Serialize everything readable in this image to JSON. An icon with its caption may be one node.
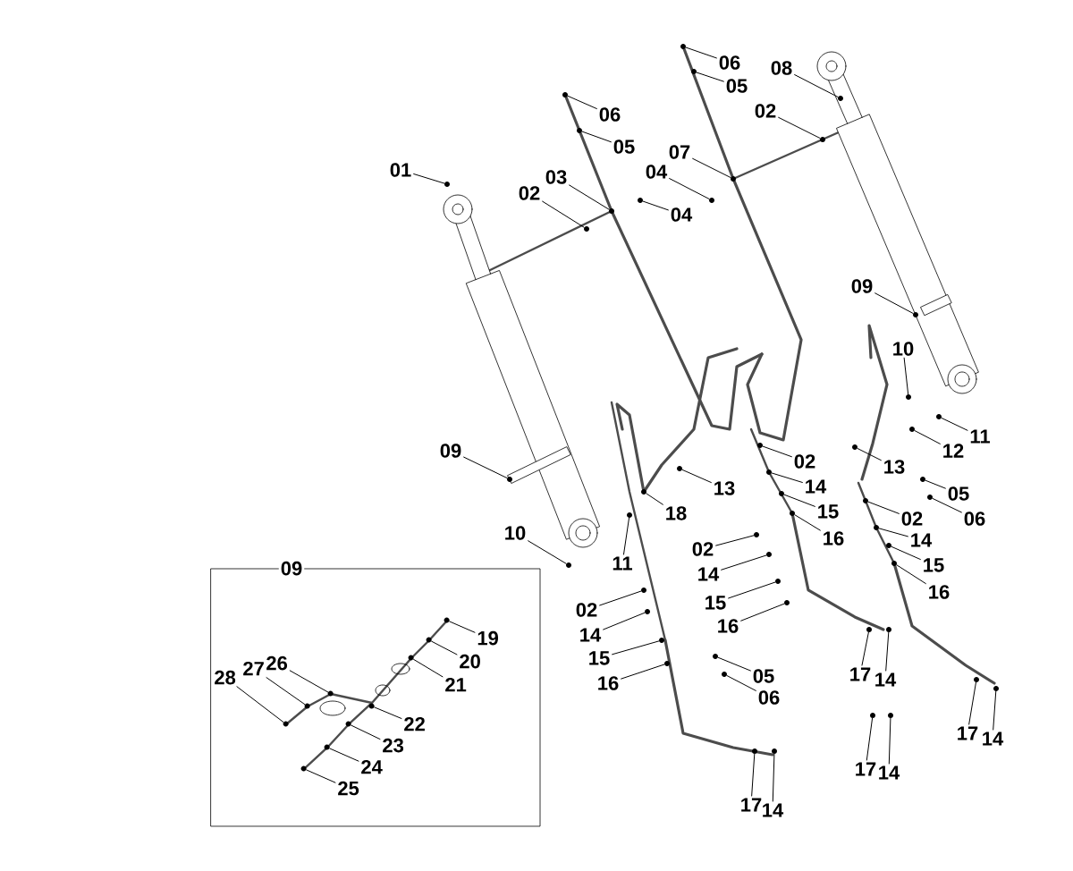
{
  "diagram": {
    "nodes": [
      {
        "text": [
          "01"
        ]
      },
      {
        "text": [
          "06"
        ]
      },
      {
        "text": [
          "05"
        ]
      },
      {
        "text": [
          "02"
        ]
      },
      {
        "text": [
          "03"
        ]
      },
      {
        "text": [
          "04"
        ]
      },
      {
        "text": [
          "06"
        ]
      },
      {
        "text": [
          "05"
        ]
      },
      {
        "text": [
          "07"
        ]
      },
      {
        "text": [
          "04"
        ]
      },
      {
        "text": [
          "08"
        ]
      },
      {
        "text": [
          "02"
        ]
      },
      {
        "text": [
          "09"
        ]
      },
      {
        "text": [
          "10"
        ]
      },
      {
        "text": [
          "12"
        ]
      },
      {
        "text": [
          "11"
        ]
      },
      {
        "text": [
          "13"
        ]
      },
      {
        "text": [
          "05"
        ]
      },
      {
        "text": [
          "06"
        ]
      },
      {
        "text": [
          "02"
        ]
      },
      {
        "text": [
          "14"
        ]
      },
      {
        "text": [
          "15"
        ]
      },
      {
        "text": [
          "16"
        ]
      },
      {
        "text": [
          "17"
        ]
      },
      {
        "text": [
          "14"
        ]
      },
      {
        "text": [
          "02"
        ]
      },
      {
        "text": [
          "14"
        ]
      },
      {
        "text": [
          "15"
        ]
      },
      {
        "text": [
          "16"
        ]
      },
      {
        "text": [
          "17"
        ]
      },
      {
        "text": [
          "14"
        ]
      },
      {
        "text": [
          "13"
        ]
      },
      {
        "text": [
          "18"
        ]
      },
      {
        "text": [
          "02"
        ]
      },
      {
        "text": [
          "14"
        ]
      },
      {
        "text": [
          "15"
        ]
      },
      {
        "text": [
          "16"
        ]
      },
      {
        "text": [
          "05"
        ]
      },
      {
        "text": [
          "06"
        ]
      },
      {
        "text": [
          "17"
        ]
      },
      {
        "text": [
          "14"
        ]
      },
      {
        "text": [
          "09"
        ]
      },
      {
        "text": [
          "10"
        ]
      },
      {
        "text": [
          "11"
        ]
      },
      {
        "text": [
          "02"
        ]
      },
      {
        "text": [
          "14"
        ]
      },
      {
        "text": [
          "15"
        ]
      },
      {
        "text": [
          "16"
        ]
      },
      {
        "text": [
          "17"
        ]
      },
      {
        "text": [
          "14"
        ]
      },
      {
        "text": [
          "09"
        ]
      },
      {
        "text": [
          "19"
        ],
        "in": 50
      },
      {
        "text": [
          "20"
        ],
        "in": 50
      },
      {
        "text": [
          "21"
        ],
        "in": 50
      },
      {
        "text": [
          "22"
        ],
        "in": 50
      },
      {
        "text": [
          "23"
        ],
        "in": 50
      },
      {
        "text": [
          "24"
        ],
        "in": 50
      },
      {
        "text": [
          "25"
        ],
        "in": 50
      },
      {
        "text": [
          "26"
        ],
        "in": 50
      },
      {
        "text": [
          "27"
        ],
        "in": 50
      },
      {
        "text": [
          "28"
        ],
        "in": 50
      },
      {
        "text": [],
        "shape": "circle"
      },
      {
        "text": [],
        "shape": "circle"
      },
      {
        "text": [],
        "shape": "circle"
      },
      {
        "text": [],
        "shape": "circle"
      },
      {
        "text": [],
        "shape": "circle"
      },
      {
        "text": [],
        "shape": "circle"
      },
      {
        "text": [],
        "shape": "circle"
      },
      {
        "text": [],
        "shape": "circle"
      },
      {
        "text": [],
        "shape": "circle"
      },
      {
        "text": [],
        "shape": "circle"
      },
      {
        "text": [],
        "shape": "circle"
      },
      {
        "text": [],
        "shape": "circle"
      },
      {
        "text": [],
        "shape": "circle"
      },
      {
        "text": [],
        "shape": "circle"
      },
      {
        "text": [],
        "shape": "circle"
      },
      {
        "text": [],
        "shape": "circle"
      },
      {
        "text": [],
        "shape": "circle"
      },
      {
        "text": [],
        "shape": "circle"
      },
      {
        "text": [],
        "shape": "circle"
      },
      {
        "text": [],
        "shape": "circle"
      },
      {
        "text": [],
        "shape": "circle"
      },
      {
        "text": [],
        "shape": "circle"
      },
      {
        "text": [],
        "shape": "circle"
      },
      {
        "text": [],
        "shape": "circle"
      },
      {
        "text": [],
        "shape": "circle"
      },
      {
        "text": [],
        "shape": "circle"
      },
      {
        "text": [],
        "shape": "circle"
      },
      {
        "text": [],
        "shape": "circle"
      },
      {
        "text": [],
        "shape": "circle"
      },
      {
        "text": [],
        "shape": "circle"
      },
      {
        "text": [],
        "shape": "circle"
      },
      {
        "text": [],
        "shape": "circle"
      },
      {
        "text": [],
        "shape": "circle"
      },
      {
        "text": [],
        "shape": "circle"
      },
      {
        "text": [],
        "shape": "circle"
      },
      {
        "text": [],
        "shape": "circle"
      },
      {
        "text": [],
        "shape": "circle"
      },
      {
        "text": [],
        "shape": "circle"
      },
      {
        "text": [],
        "shape": "circle"
      },
      {
        "text": [],
        "shape": "circle"
      },
      {
        "text": [],
        "shape": "circle"
      },
      {
        "text": [],
        "shape": "circle"
      },
      {
        "text": [],
        "shape": "circle"
      },
      {
        "text": [],
        "shape": "circle"
      },
      {
        "text": [],
        "shape": "circle"
      },
      {
        "text": [],
        "shape": "circle"
      },
      {
        "text": [],
        "shape": "circle"
      },
      {
        "text": [],
        "shape": "circle"
      },
      {
        "text": [],
        "shape": "circle"
      },
      {
        "text": [],
        "shape": "circle"
      },
      {
        "text": [],
        "shape": "circle",
        "in": 50
      },
      {
        "text": [],
        "shape": "circle",
        "in": 50
      },
      {
        "text": [],
        "shape": "circle",
        "in": 50
      },
      {
        "text": [],
        "shape": "circle",
        "in": 50
      },
      {
        "text": [],
        "shape": "circle",
        "in": 50
      },
      {
        "text": [],
        "shape": "circle",
        "in": 50
      },
      {
        "text": [],
        "shape": "circle",
        "in": 50
      },
      {
        "text": [],
        "shape": "circle",
        "in": 50
      },
      {
        "text": [],
        "shape": "circle",
        "in": 50
      },
      {
        "text": [],
        "shape": "circle",
        "in": 50
      }
    ],
    "edges": [
      {
        "from": 0,
        "to": 61,
        "arrow": "none"
      },
      {
        "from": 1,
        "to": 62,
        "arrow": "none"
      },
      {
        "from": 2,
        "to": 63,
        "arrow": "none"
      },
      {
        "from": 3,
        "to": 64,
        "arrow": "none"
      },
      {
        "from": 4,
        "to": 65,
        "arrow": "none"
      },
      {
        "from": 5,
        "to": 66,
        "arrow": "none"
      },
      {
        "from": 6,
        "to": 67,
        "arrow": "none"
      },
      {
        "from": 7,
        "to": 68,
        "arrow": "none"
      },
      {
        "from": 8,
        "to": 69,
        "arrow": "none"
      },
      {
        "from": 9,
        "to": 70,
        "arrow": "none"
      },
      {
        "from": 10,
        "to": 71,
        "arrow": "none"
      },
      {
        "from": 11,
        "to": 72,
        "arrow": "none"
      },
      {
        "from": 12,
        "to": 73,
        "arrow": "none"
      },
      {
        "from": 13,
        "to": 74,
        "arrow": "none"
      },
      {
        "from": 14,
        "to": 75,
        "arrow": "none"
      },
      {
        "from": 15,
        "to": 76,
        "arrow": "none"
      },
      {
        "from": 16,
        "to": 77,
        "arrow": "none"
      },
      {
        "from": 17,
        "to": 78,
        "arrow": "none"
      },
      {
        "from": 18,
        "to": 79,
        "arrow": "none"
      },
      {
        "from": 19,
        "to": 80,
        "arrow": "none"
      },
      {
        "from": 20,
        "to": 81,
        "arrow": "none"
      },
      {
        "from": 21,
        "to": 82,
        "arrow": "none"
      },
      {
        "from": 22,
        "to": 83,
        "arrow": "none"
      },
      {
        "from": 23,
        "to": 84,
        "arrow": "none"
      },
      {
        "from": 24,
        "to": 85,
        "arrow": "none"
      },
      {
        "from": 25,
        "to": 86,
        "arrow": "none"
      },
      {
        "from": 26,
        "to": 87,
        "arrow": "none"
      },
      {
        "from": 27,
        "to": 88,
        "arrow": "none"
      },
      {
        "from": 28,
        "to": 89,
        "arrow": "none"
      },
      {
        "from": 29,
        "to": 90,
        "arrow": "none"
      },
      {
        "from": 30,
        "to": 91,
        "arrow": "none"
      },
      {
        "from": 31,
        "to": 92,
        "arrow": "none"
      },
      {
        "from": 32,
        "to": 93,
        "arrow": "none"
      },
      {
        "from": 33,
        "to": 94,
        "arrow": "none"
      },
      {
        "from": 34,
        "to": 95,
        "arrow": "none"
      },
      {
        "from": 35,
        "to": 96,
        "arrow": "none"
      },
      {
        "from": 36,
        "to": 97,
        "arrow": "none"
      },
      {
        "from": 37,
        "to": 98,
        "arrow": "none"
      },
      {
        "from": 38,
        "to": 99,
        "arrow": "none"
      },
      {
        "from": 39,
        "to": 100,
        "arrow": "none"
      },
      {
        "from": 40,
        "to": 101,
        "arrow": "none"
      },
      {
        "from": 41,
        "to": 102,
        "arrow": "none"
      },
      {
        "from": 42,
        "to": 103,
        "arrow": "none"
      },
      {
        "from": 43,
        "to": 104,
        "arrow": "none"
      },
      {
        "from": 44,
        "to": 105,
        "arrow": "none"
      },
      {
        "from": 45,
        "to": 106,
        "arrow": "none"
      },
      {
        "from": 46,
        "to": 107,
        "arrow": "none"
      },
      {
        "from": 47,
        "to": 108,
        "arrow": "none"
      },
      {
        "from": 48,
        "to": 109,
        "arrow": "none"
      },
      {
        "from": 49,
        "to": 110,
        "arrow": "none"
      },
      {
        "from": 51,
        "to": 111,
        "arrow": "none"
      },
      {
        "from": 52,
        "to": 112,
        "arrow": "none"
      },
      {
        "from": 53,
        "to": 113,
        "arrow": "none"
      },
      {
        "from": 54,
        "to": 114,
        "arrow": "none"
      },
      {
        "from": 55,
        "to": 115,
        "arrow": "none"
      },
      {
        "from": 56,
        "to": 116,
        "arrow": "none"
      },
      {
        "from": 57,
        "to": 117,
        "arrow": "none"
      },
      {
        "from": 58,
        "to": 118,
        "arrow": "none"
      },
      {
        "from": 59,
        "to": 119,
        "arrow": "none"
      },
      {
        "from": 60,
        "to": 120,
        "arrow": "none"
      }
    ]
  }
}
